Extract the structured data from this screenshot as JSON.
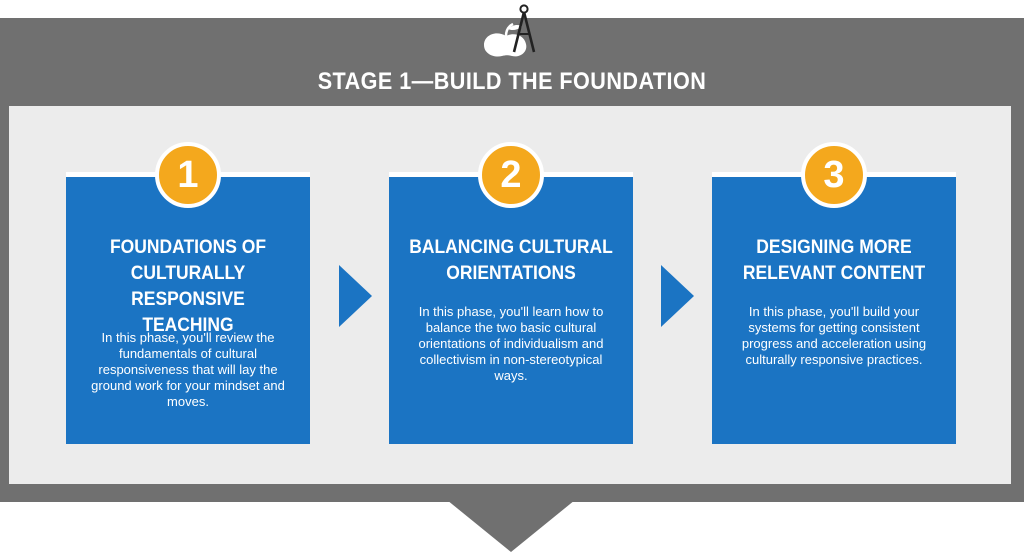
{
  "stage": {
    "title": "STAGE 1—BUILD THE FOUNDATION"
  },
  "logo_icon": "apple-and-compass-icon",
  "colors": {
    "frame": "#707070",
    "panel": "#ececec",
    "card": "#1b74c3",
    "badge": "#f4a81d",
    "text_on_card": "#ffffff"
  },
  "steps": [
    {
      "number": "1",
      "title": "FOUNDATIONS OF CULTURALLY RESPONSIVE TEACHING",
      "description": "In this phase, you'll review the fundamentals of cultural responsiveness that will lay the ground work for your mindset and moves."
    },
    {
      "number": "2",
      "title": "BALANCING CULTURAL ORIENTATIONS",
      "description": "In this phase, you'll learn how to balance the two basic cultural orientations of individualism and collectivism in non-stereotypical ways."
    },
    {
      "number": "3",
      "title": "DESIGNING MORE RELEVANT CONTENT",
      "description": "In this phase, you'll build your systems for getting consistent progress and acceleration using culturally responsive practices."
    }
  ]
}
